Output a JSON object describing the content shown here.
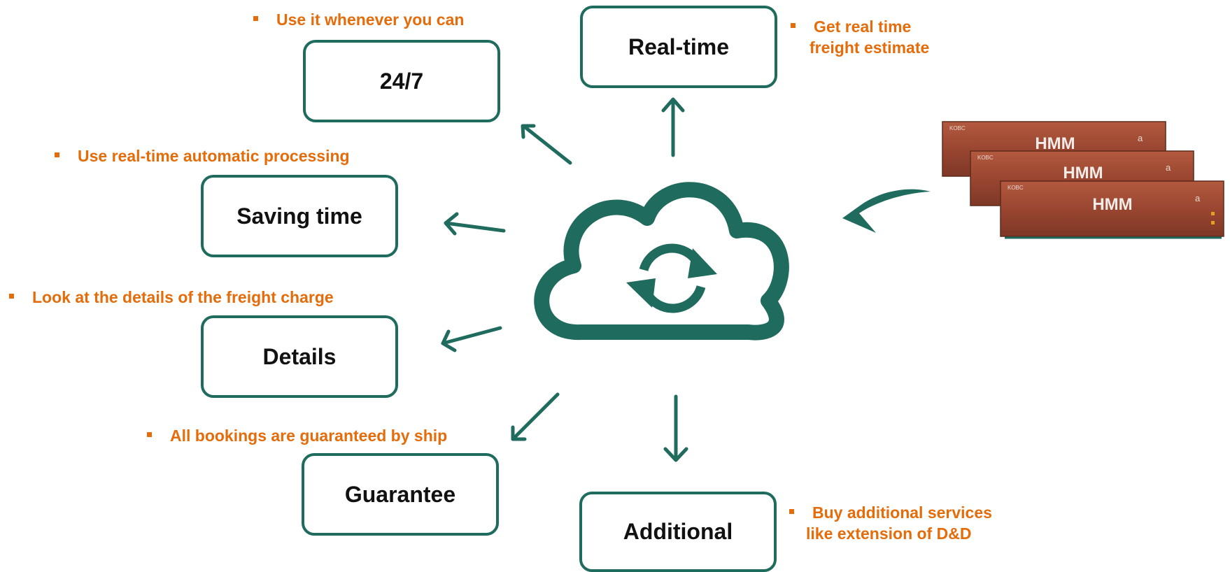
{
  "colors": {
    "teal": "#1f6b5e",
    "orange": "#e46c0a",
    "container": "#9c4a33"
  },
  "center_icon": "cloud-sync-icon",
  "boxes": {
    "realtime": "Real-time",
    "twentyfour": "24/7",
    "saving": "Saving time",
    "details": "Details",
    "guarantee": "Guarantee",
    "additional": "Additional"
  },
  "notes": {
    "realtime_line1": "Get real time",
    "realtime_line2": "freight estimate",
    "twentyfour": "Use it whenever you can",
    "saving": "Use real-time automatic processing",
    "details": "Look at the details of the freight charge",
    "guarantee": "All bookings are guaranteed by ship",
    "additional_line1": "Buy additional services",
    "additional_line2": "like extension of D&D"
  },
  "containers": {
    "brand": "HMM",
    "tag": "KOBC",
    "letter": "a"
  }
}
